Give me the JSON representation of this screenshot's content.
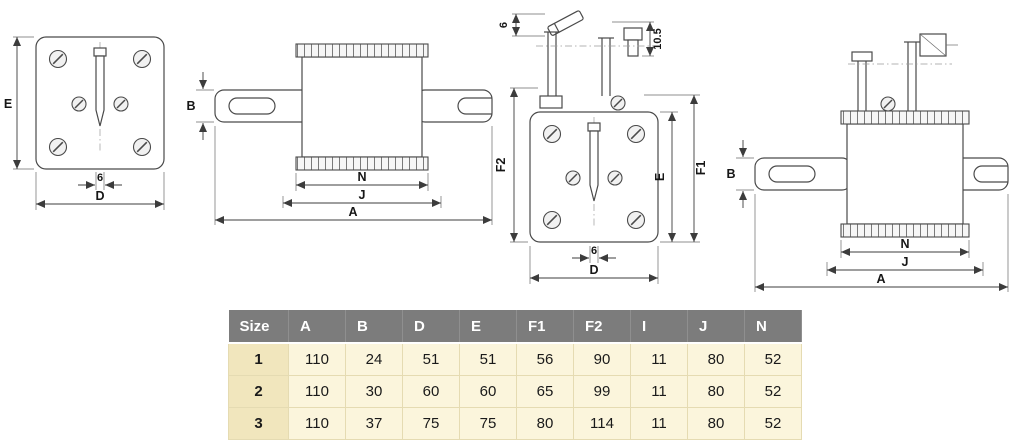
{
  "dims": {
    "A": "A",
    "B": "B",
    "D": "D",
    "E": "E",
    "F1": "F1",
    "F2": "F2",
    "J": "J",
    "N": "N",
    "six": "6",
    "ten_five": "10.5"
  },
  "table": {
    "headers": [
      "Size",
      "A",
      "B",
      "D",
      "E",
      "F1",
      "F2",
      "I",
      "J",
      "N"
    ],
    "rows": [
      [
        "1",
        "110",
        "24",
        "51",
        "51",
        "56",
        "90",
        "11",
        "80",
        "52"
      ],
      [
        "2",
        "110",
        "30",
        "60",
        "60",
        "65",
        "99",
        "11",
        "80",
        "52"
      ],
      [
        "3",
        "110",
        "37",
        "75",
        "75",
        "80",
        "114",
        "11",
        "80",
        "52"
      ]
    ]
  },
  "colors": {
    "table_header_bg": "#7c7c7c",
    "table_header_text": "#ffffff",
    "size_column_bg": "#f1e6bd",
    "cell_bg": "#fbf5dc",
    "grid_line": "#e5dbb2",
    "drawing_line": "#4a4a4a"
  }
}
